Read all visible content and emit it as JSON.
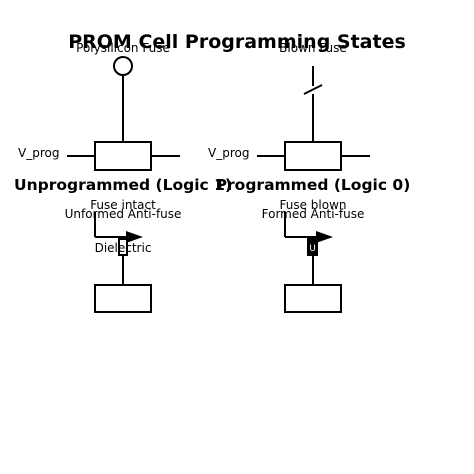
{
  "title": "PROM Cell Programming States",
  "fuse_panel": {
    "left": {
      "fuse_label": "Polysilicon Fuse",
      "vprog_label": "V_prog",
      "state_label": "Unprogrammed (Logic 1)",
      "status_label": "Fuse intact"
    },
    "right": {
      "fuse_label": "Blown Fuse",
      "vprog_label": "V_prog",
      "state_label": "Programmed (Logic 0)",
      "status_label": "Fuse blown"
    }
  },
  "antifuse_panel": {
    "left": {
      "title_label": "Unformed Anti-fuse",
      "dielectric_label": "Dielectric"
    },
    "right": {
      "title_label": "Formed Anti-fuse",
      "element_label": "U"
    }
  }
}
